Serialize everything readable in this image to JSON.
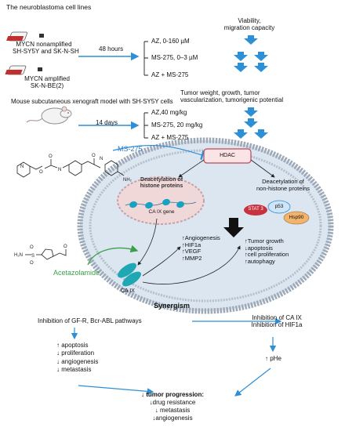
{
  "colors": {
    "arrow_blue": "#2d8fd6",
    "membrane": "#9ea9b7",
    "cell_fill": "#dbe6f1",
    "nucleus_fill": "#f0d8d9",
    "nucleus_stroke": "#c9a0a4",
    "hdac_fill": "#fbe4e6",
    "hdac_stroke": "#c0475a",
    "stat3_fill": "#c8323f",
    "p53_fill": "#cfe4f6",
    "hsp90_fill": "#f2b46c",
    "histone_teal": "#17a1c2",
    "caix_teal": "#1fa7b3",
    "ms275_label": "#2a7fd0",
    "acetazolamide_label": "#3aa04a",
    "green_arrow": "#3aa04a",
    "flask_red": "#c0302f"
  },
  "cell_lines": {
    "title": "The neuroblastoma cell lines",
    "mycn_nonamplified": [
      "MYCN nonamplified",
      "SH-SY5Y and SK-N-SH"
    ],
    "mycn_amplified": [
      "MYCN amplified",
      "SK-N-BE(2)"
    ],
    "time": "48 hours",
    "treatments": [
      "AZ, 0-160 µM",
      "MS-275, 0–3 µM",
      "AZ + MS-275"
    ],
    "outcome": [
      "Viability,",
      "migration capacity"
    ]
  },
  "xenograft": {
    "title": "Mouse subcutaneous xenograft model with SH-SY5Y cells",
    "time": "14 days",
    "treatments": [
      "AZ,40 mg/kg",
      "MS-275, 20 mg/kg",
      "AZ + MS-275"
    ],
    "outcome": [
      "Tumor weight, growth, tumor",
      "vascularization, tumorigenic potential"
    ]
  },
  "mechanism": {
    "ms275": "MS-275",
    "hdac": "HDAC",
    "histone_deacetylation": [
      "Deacetylation of",
      "histone proteins"
    ],
    "nonhistone_deacetylation": [
      "Deacetylation of",
      "non-histone proteins"
    ],
    "stat3": "STAT 3",
    "p53": "p53",
    "hsp90": "Hsp90",
    "ca9_gene": "CA IX gene",
    "acetazolamide": "Acetazolamide",
    "caix": "CA IX",
    "angiogenesis": [
      "↑Angiogenesis",
      "↑HIF1a",
      "↑VEGF",
      "↑MMP2"
    ],
    "tumor_growth": [
      "↑Tumor growth",
      "↓apoptosis",
      "↑cell proliferation",
      "↑autophagy"
    ]
  },
  "synergism": {
    "title": "Synergism",
    "left_head": "Inhibition of  GF-R, Bcr-ABL pathways",
    "left_items": [
      "↑ apoptosis",
      "↓ proliferation",
      "↓ angiogenesis",
      "↓ metastasis"
    ],
    "right_head": [
      "Inhibition of CA IX",
      "Inhibition of HIF1a"
    ],
    "right_item": "↑ pHe",
    "progression_title": "↓ tumor progression:",
    "progression_items": [
      "↓drug resistance",
      "↓ metastasis",
      "↓angiogenesis"
    ]
  }
}
